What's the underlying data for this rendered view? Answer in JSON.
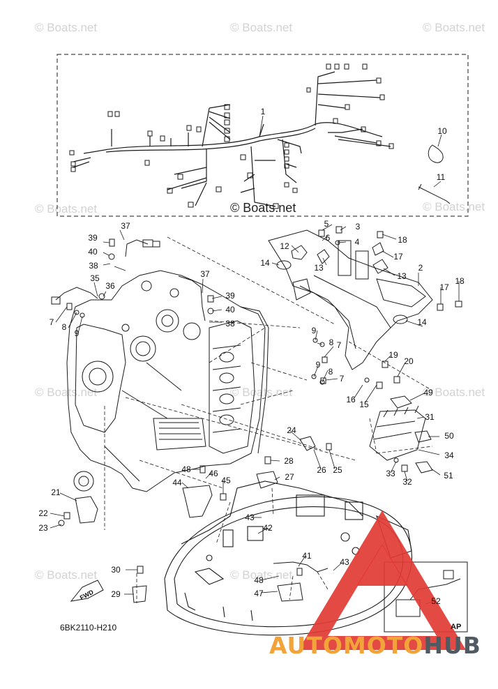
{
  "watermark_text": "© Boats.net",
  "center_watermark_text": "© Boats.net",
  "part_code": "6BK2110-H210",
  "fwd_label": "FWD",
  "inset_label": "AP",
  "logo": {
    "part1": "AUTOMOTO",
    "part2": "HUB"
  },
  "callouts": [
    {
      "n": "1"
    },
    {
      "n": "2"
    },
    {
      "n": "3"
    },
    {
      "n": "4"
    },
    {
      "n": "5"
    },
    {
      "n": "6"
    },
    {
      "n": "7"
    },
    {
      "n": "7"
    },
    {
      "n": "7"
    },
    {
      "n": "8"
    },
    {
      "n": "8"
    },
    {
      "n": "8"
    },
    {
      "n": "9"
    },
    {
      "n": "9"
    },
    {
      "n": "9"
    },
    {
      "n": "10"
    },
    {
      "n": "11"
    },
    {
      "n": "12"
    },
    {
      "n": "13"
    },
    {
      "n": "13"
    },
    {
      "n": "14"
    },
    {
      "n": "14"
    },
    {
      "n": "15"
    },
    {
      "n": "16"
    },
    {
      "n": "17"
    },
    {
      "n": "17"
    },
    {
      "n": "18"
    },
    {
      "n": "18"
    },
    {
      "n": "19"
    },
    {
      "n": "20"
    },
    {
      "n": "21"
    },
    {
      "n": "22"
    },
    {
      "n": "23"
    },
    {
      "n": "24"
    },
    {
      "n": "25"
    },
    {
      "n": "26"
    },
    {
      "n": "27"
    },
    {
      "n": "28"
    },
    {
      "n": "29"
    },
    {
      "n": "30"
    },
    {
      "n": "31"
    },
    {
      "n": "32"
    },
    {
      "n": "33"
    },
    {
      "n": "34"
    },
    {
      "n": "35"
    },
    {
      "n": "36"
    },
    {
      "n": "37"
    },
    {
      "n": "37"
    },
    {
      "n": "38"
    },
    {
      "n": "38"
    },
    {
      "n": "39"
    },
    {
      "n": "39"
    },
    {
      "n": "40"
    },
    {
      "n": "40"
    },
    {
      "n": "41"
    },
    {
      "n": "42"
    },
    {
      "n": "43"
    },
    {
      "n": "43"
    },
    {
      "n": "44"
    },
    {
      "n": "45"
    },
    {
      "n": "46"
    },
    {
      "n": "47"
    },
    {
      "n": "48"
    },
    {
      "n": "48"
    },
    {
      "n": "49"
    },
    {
      "n": "50"
    },
    {
      "n": "51"
    },
    {
      "n": "52"
    }
  ],
  "colors": {
    "line": "#1a1a1a",
    "watermark": "#d2d2d2",
    "logo_red": "#e23b34",
    "logo_orange": "#f2a33a",
    "logo_gray": "#505a63"
  }
}
